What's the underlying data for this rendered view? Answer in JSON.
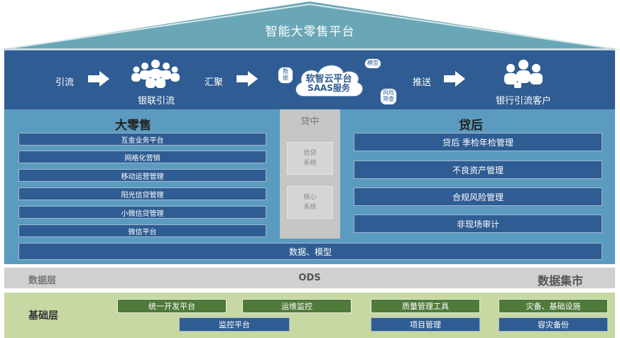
{
  "roof": {
    "title": "智能大零售平台"
  },
  "flow": {
    "step1_label": "引流",
    "group1_label": "银联引流",
    "step2_label": "汇聚",
    "cloud_title": "软智云平台",
    "cloud_subtitle": "SAAS服务",
    "tag_data": "数据",
    "tag_model": "模型",
    "tag_risk": "风险\n筛查",
    "step3_label": "推送",
    "group2_label": "银行引流客户"
  },
  "retail": {
    "title": "大零售",
    "items": [
      "互金业务平台",
      "网格化营销",
      "移动运营管理",
      "阳光信贷管理",
      "小微信贷管理",
      "微信平台"
    ]
  },
  "mid": {
    "title": "贷中",
    "box1": "信贷\n系统",
    "box2": "核心\n系统"
  },
  "after": {
    "title": "贷后",
    "items": [
      "贷后    季检年检管理",
      "不良资产管理",
      "合规风险管理",
      "非现场审计"
    ]
  },
  "data_model": "数据、模型",
  "ods": {
    "left": "数据层",
    "center": "ODS",
    "right": "数据集市"
  },
  "base": {
    "label": "基础层",
    "row1": [
      "统一开发平台",
      "运维监控",
      "质量管理工具",
      "灾备、基础设施"
    ],
    "row2": [
      "监控平台",
      "项目管理",
      "容灾备份"
    ]
  },
  "colors": {
    "roof": "#6aa7b6",
    "flow": "#2f5c92",
    "main": "#5b9bbf",
    "base": "#c7d8a3",
    "green": "#4f7a3a"
  }
}
